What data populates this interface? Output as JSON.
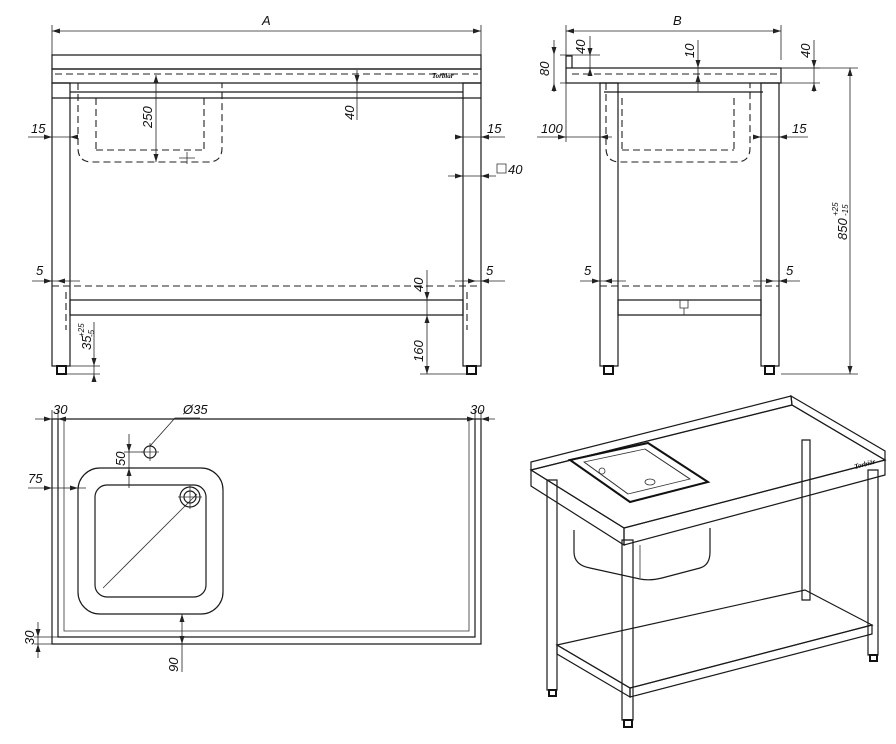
{
  "brand": "Torbiär",
  "front_view": {
    "width_label": "A",
    "sink_depth": "250",
    "top_thickness": "40",
    "edge_left": "15",
    "edge_right": "15",
    "leg_profile": "40",
    "shelf_left": "5",
    "shelf_right": "5",
    "shelf_thickness": "40",
    "shelf_height": "160",
    "foot_adjust": "35",
    "foot_adjust_tol_upper": "+25",
    "foot_adjust_tol_lower": "-5"
  },
  "side_view": {
    "depth_label": "B",
    "upstand_height": "40",
    "upstand_total": "80",
    "top_sheet": "10",
    "top_edge": "40",
    "setback": "100",
    "edge_right": "15",
    "height": "850",
    "height_tol_upper": "+25",
    "height_tol_lower": "-15",
    "shelf_left": "5",
    "shelf_right": "5"
  },
  "top_view": {
    "margin_left": "30",
    "margin_right": "30",
    "tap_hole_dia": "Ø35",
    "tap_hole_offset": "50",
    "sink_offset_left": "75",
    "bottom_margin": "30",
    "sink_offset_bottom": "90"
  }
}
